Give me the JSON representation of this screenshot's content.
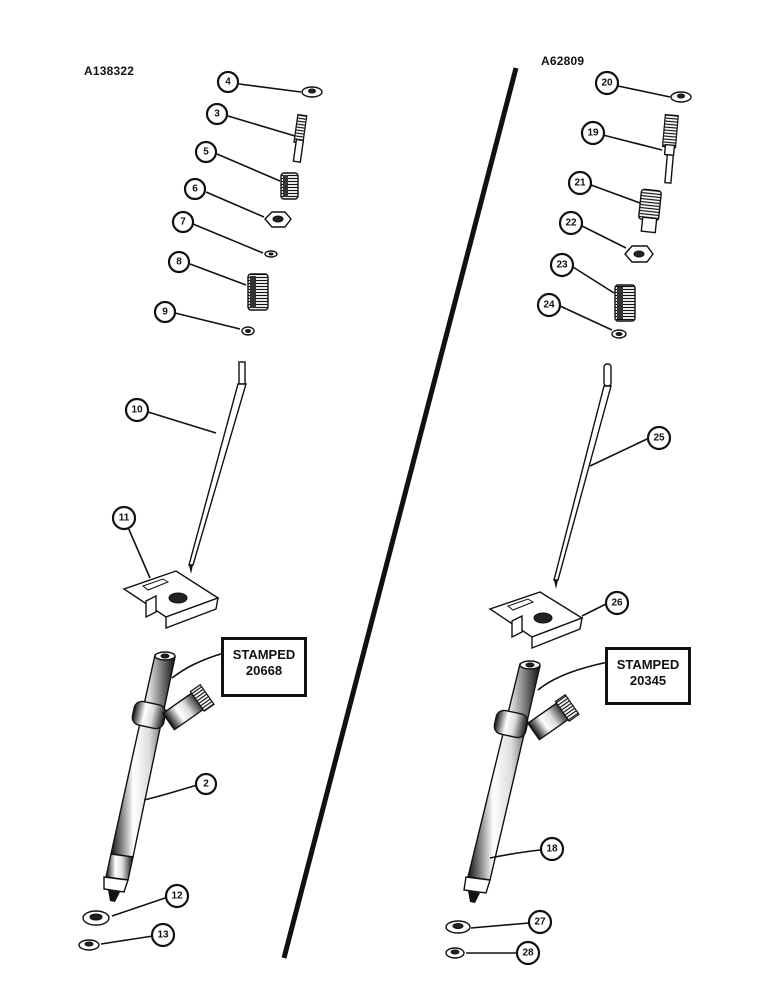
{
  "left_assembly": {
    "code": "A138322",
    "stamp_line1": "STAMPED",
    "stamp_line2": "20668",
    "callouts": [
      "4",
      "3",
      "5",
      "6",
      "7",
      "8",
      "9",
      "10",
      "11",
      "2",
      "12",
      "13"
    ]
  },
  "right_assembly": {
    "code": "A62809",
    "stamp_line1": "STAMPED",
    "stamp_line2": "20345",
    "callouts": [
      "20",
      "19",
      "21",
      "22",
      "23",
      "24",
      "25",
      "26",
      "18",
      "27",
      "28"
    ]
  }
}
